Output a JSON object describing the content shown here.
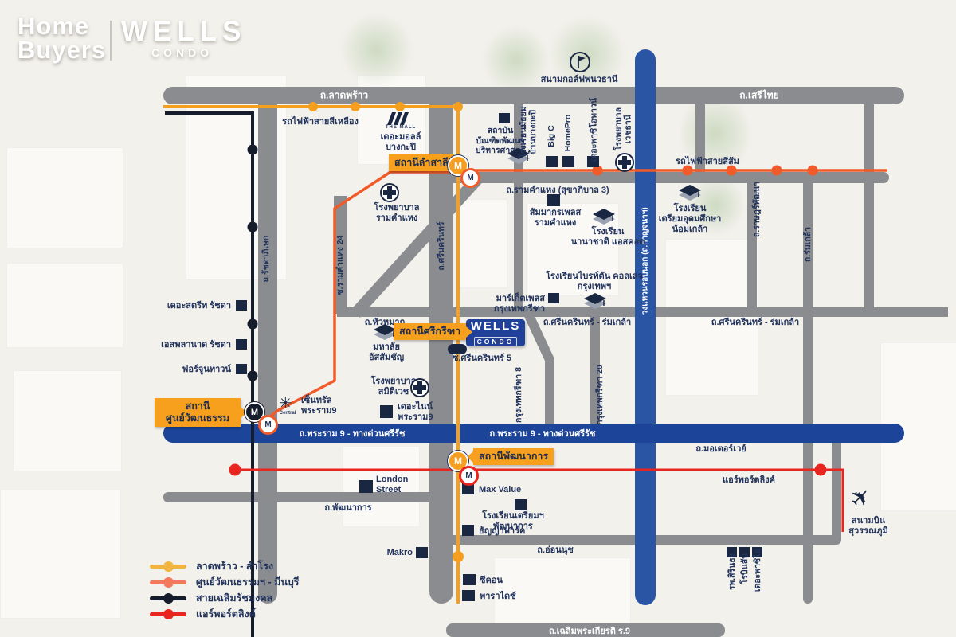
{
  "colors": {
    "yellow": "#F59E20",
    "orange": "#F15A29",
    "red": "#E8251F",
    "dark": "#151C2C",
    "road": "#8A8C8F",
    "blue": "#1C4499",
    "blue2": "#2A55A4",
    "navy": "#22335C",
    "station": "#F6A01E",
    "leg1": "#F2B43F",
    "leg2": "#F2795B",
    "leg3": "#151C2C",
    "leg4": "#E8251F"
  },
  "header": {
    "brand_line1": "Home",
    "brand_line2": "Buyers",
    "wells": "WELLS",
    "condo": "CONDO"
  },
  "condo_box": {
    "name": "WELLS",
    "sub": "CONDO"
  },
  "m": "M",
  "transit": {
    "yellow": "รถไฟฟ้าสายสีเหลือง",
    "orange": "รถไฟฟ้าสายสีส้ม",
    "airport": "แอร์พอร์ตลิงค์"
  },
  "stations": {
    "lamsali": "สถานีลำสาลี",
    "srikritha": "สถานีศรีกรีฑา",
    "phatthanakan": "สถานีพัฒนาการ",
    "cultural": "สถานี\nศูนย์วัฒนธรรม"
  },
  "roads": {
    "latphrao": "ถ.ลาดพร้าว",
    "serithai": "ถ.เสรีไทย",
    "ramkhamhaeng": "ถ.รามคำแหง (สุขาภิบาล 3)",
    "huamak": "ถ.หัวหมาก",
    "srinakarin_romklao": "ถ.ศรีนครินทร์ - ร่มเกล้า",
    "rama9": "ถ.พระราม 9 - ทางด่วนศรีรัช",
    "motorway": "ถ.มอเตอร์เวย์",
    "phatthanakan": "ถ.พัฒนาการ",
    "onnut": "ถ.อ่อนนุช",
    "chalermprakiat": "ถ.เฉลิมพระเกียรติ ร.9",
    "ratchada": "ถ.รัชดาภิเษก",
    "ram24": "ซ.รามคำแหง 24",
    "srinakarin": "ถ.ศรีนครินทร์",
    "ratphatthana": "ถ.ราษฎร์พัฒนา",
    "romklao": "ถ.ร่มเกล้า",
    "kanchana": "วงแหวนรอบนอก (ถ.กาญจนาฯ)",
    "ktk8": "กรุงเทพกรีฑา 8",
    "ktk20": "กรุงเทพกรีฑา 20",
    "soi5": "ซ.ศรีนครินทร์ 5"
  },
  "pois": {
    "mall_logo": "THE MALL",
    "mall": "เดอะมอลล์\nบางกะปิ",
    "nida": "สถาบัน\nบัณฑิตพัฒนา\nบริหารศาสตร์",
    "golf": "สนามกอล์ฟพนวธานี",
    "school_bangkapi": "โรงเรียนมัธยม\nบ้านบางกะปิ",
    "bigc": "Big C",
    "homepro": "HomePro",
    "paseo_town": "เดอะพาซิโอทาวน์",
    "vejthani": "โรงพยาบาล\nเวชธานี",
    "sammakorn": "สัมมากรเพลส\nรามคำแหง",
    "ascot": "โรงเรียน\nนานาชาติ แอสคอต",
    "nomklao": "โรงเรียน\nเตรียมอุดมศึกษา\nน้อมเกล้า",
    "brighton": "โรงเรียนไบรท์ตัน คอลเลจ\nกรุงเทพฯ",
    "marketplace": "มาร์เก็ตเพลสกรุงเทพกรีฑา",
    "rkh_hospital": "โรงพยาบาล\nรามคำแหง",
    "abac": "มหาลัย\nอัสสัมชัญ",
    "samitivej": "โรงพยาบาล\nสมิติเวช",
    "thenine": "เดอะไนน์\nพระราม9",
    "central_logo": "Central",
    "central": "เซ็นทรัล\nพระราม9",
    "street": "เดอะสตรีท รัชดา",
    "esplanade": "เอสพลานาด รัชดา",
    "fortune": "ฟอร์จูนทาวน์",
    "london": "London\nStreet",
    "maxvalue": "Max Value",
    "triam_pat": "โรงเรียนเตรียมฯ\nพัฒนาการ",
    "thanya": "ธัญญาพาร์ค",
    "makro": "Makro",
    "seacon": "ซีคอน",
    "paradise": "พาราไดซ์",
    "sirindhorn": "รพ.สิรินธร",
    "robinson": "โรบินสัน",
    "paseo": "เดอะพาซิโอ",
    "airport": "สนามบิน\nสุวรรณภูมิ"
  },
  "legend": {
    "items": [
      {
        "label": "ลาดพร้าว - สำโรง"
      },
      {
        "label": "ศูนย์วัฒนธรรมฯ - มีนบุรี"
      },
      {
        "label": "สายเฉลิมรัชมงคล"
      },
      {
        "label": "แอร์พอร์ตลิงค์"
      }
    ]
  }
}
